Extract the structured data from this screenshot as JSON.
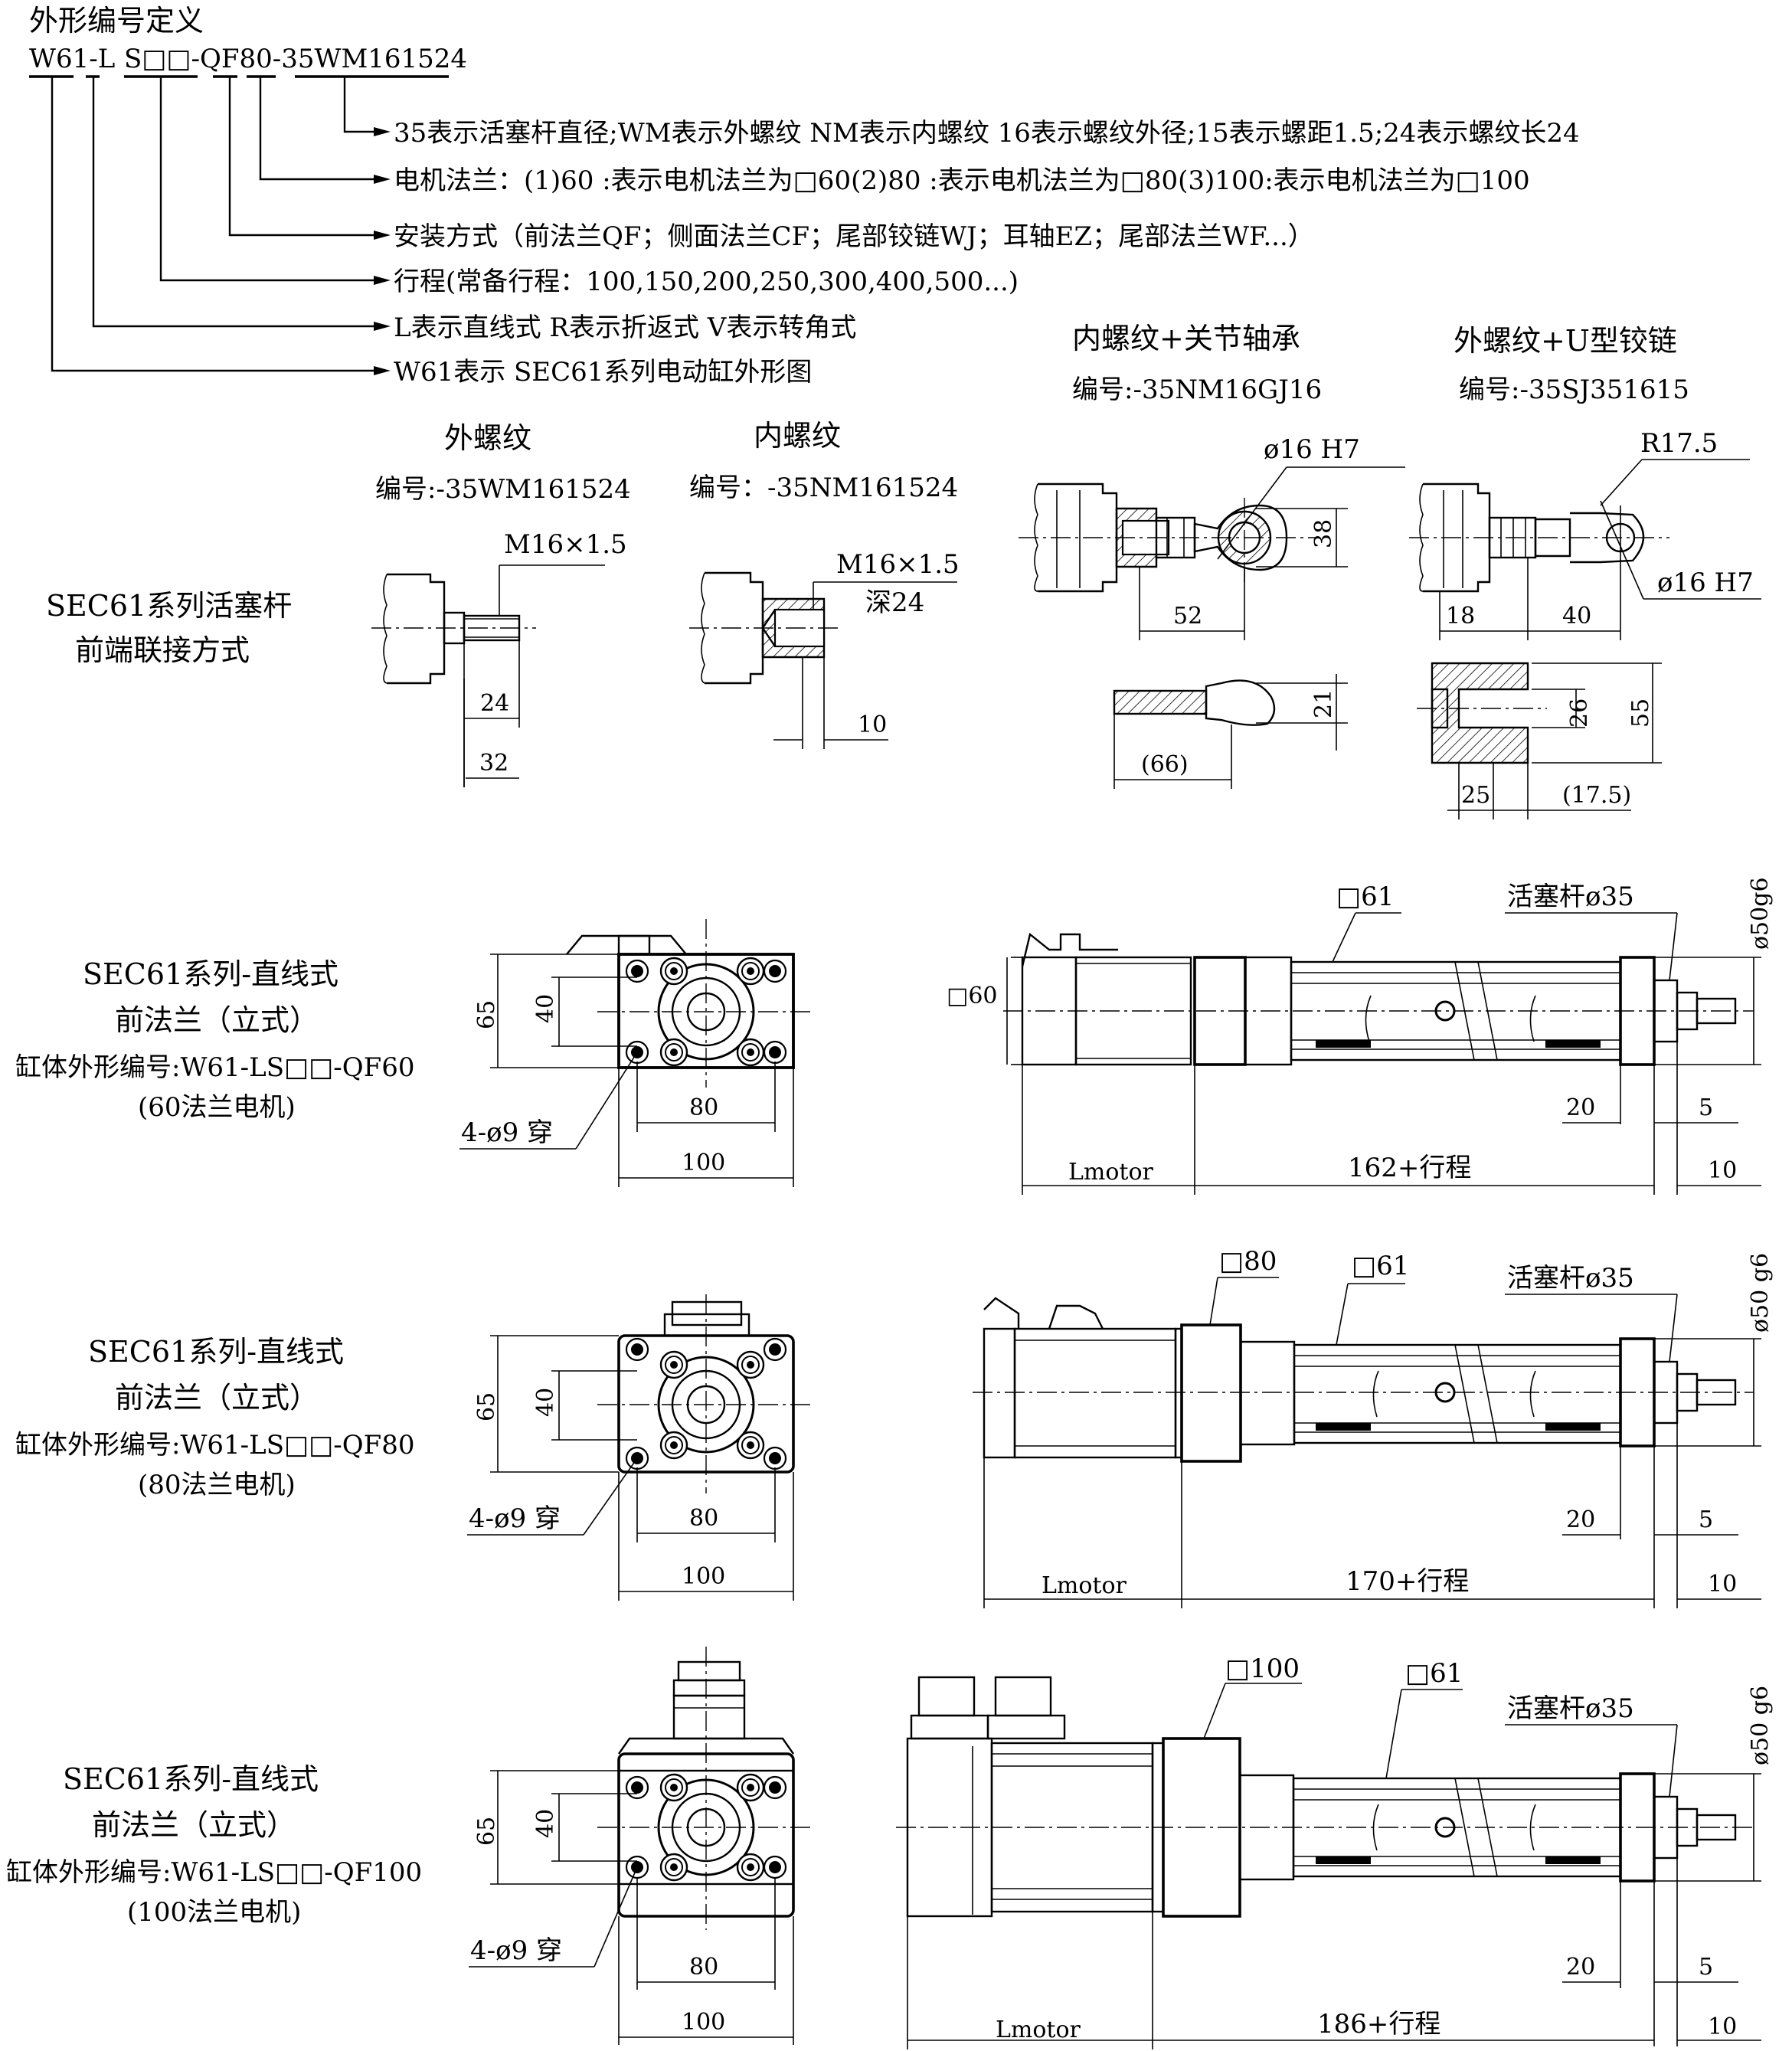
{
  "code_def": {
    "title": "外形编号定义",
    "parts": [
      "W61-L",
      "S□□-QF80-35WM161524"
    ],
    "items": [
      "35表示活塞杆直径;WM表示外螺纹 NM表示内螺纹 16表示螺纹外径;15表示螺距1.5;24表示螺纹长24",
      "电机法兰：(1)60 :表示电机法兰为□60(2)80 :表示电机法兰为□80(3)100:表示电机法兰为□100",
      "安装方式（前法兰QF；侧面法兰CF；尾部铰链WJ；耳轴EZ；尾部法兰WF...）",
      "行程(常备行程：100,150,200,250,300,400,500...)",
      "L表示直线式 R表示折返式 V表示转角式",
      "W61表示 SEC61系列电动缸外形图"
    ]
  },
  "rod_end": {
    "section_label": [
      "SEC61系列活塞杆",
      "前端联接方式"
    ],
    "ext": {
      "title": "外螺纹",
      "code": "编号:-35WM161524",
      "thread": "M16×1.5",
      "dims": [
        "24",
        "32"
      ]
    },
    "int": {
      "title": "内螺纹",
      "code": "编号：-35NM161524",
      "thread": "M16×1.5",
      "depth": "深24",
      "dims": [
        "10"
      ]
    },
    "joint": {
      "title": "内螺纹+关节轴承",
      "code": "编号:-35NM16GJ16",
      "bore": "ø16 H7",
      "dims": [
        "38",
        "52",
        "21",
        "(66)"
      ]
    },
    "clevis": {
      "title": "外螺纹+U型铰链",
      "code": "编号:-35SJ351615",
      "radius": "R17.5",
      "bore": "ø16 H7",
      "dims": [
        "18",
        "40",
        "26",
        "55",
        "25",
        "(17.5)"
      ]
    }
  },
  "views": [
    {
      "label": [
        "SEC61系列-直线式",
        "前法兰（立式）",
        "缸体外形编号:W61-LS□□-QF60",
        "(60法兰电机)"
      ],
      "front_dims": {
        "h1": "65",
        "h2": "40",
        "w1": "80",
        "w2": "100",
        "holes": "4-ø9 穿"
      },
      "side_dims": {
        "motor_sq": "□60",
        "flange_sq": "",
        "tube_sq": "□61",
        "rod": "活塞杆ø35",
        "rod_dia": "ø50g6",
        "d20": "20",
        "d5": "5",
        "lmotor": "Lmotor",
        "body": "162+行程",
        "d10": "10"
      }
    },
    {
      "label": [
        "SEC61系列-直线式",
        "前法兰（立式）",
        "缸体外形编号:W61-LS□□-QF80",
        "(80法兰电机)"
      ],
      "front_dims": {
        "h1": "65",
        "h2": "40",
        "w1": "80",
        "w2": "100",
        "holes": "4-ø9 穿"
      },
      "side_dims": {
        "motor_sq": "",
        "flange_sq": "□80",
        "tube_sq": "□61",
        "rod": "活塞杆ø35",
        "rod_dia": "ø50 g6",
        "d20": "20",
        "d5": "5",
        "lmotor": "Lmotor",
        "body": "170+行程",
        "d10": "10"
      }
    },
    {
      "label": [
        "SEC61系列-直线式",
        "前法兰（立式）",
        "缸体外形编号:W61-LS□□-QF100",
        "(100法兰电机)"
      ],
      "front_dims": {
        "h1": "65",
        "h2": "40",
        "w1": "80",
        "w2": "100",
        "holes": "4-ø9 穿"
      },
      "side_dims": {
        "motor_sq": "",
        "flange_sq": "□100",
        "tube_sq": "□61",
        "rod": "活塞杆ø35",
        "rod_dia": "ø50 g6",
        "d20": "20",
        "d5": "5",
        "lmotor": "Lmotor",
        "body": "186+行程",
        "d10": "10"
      }
    }
  ]
}
